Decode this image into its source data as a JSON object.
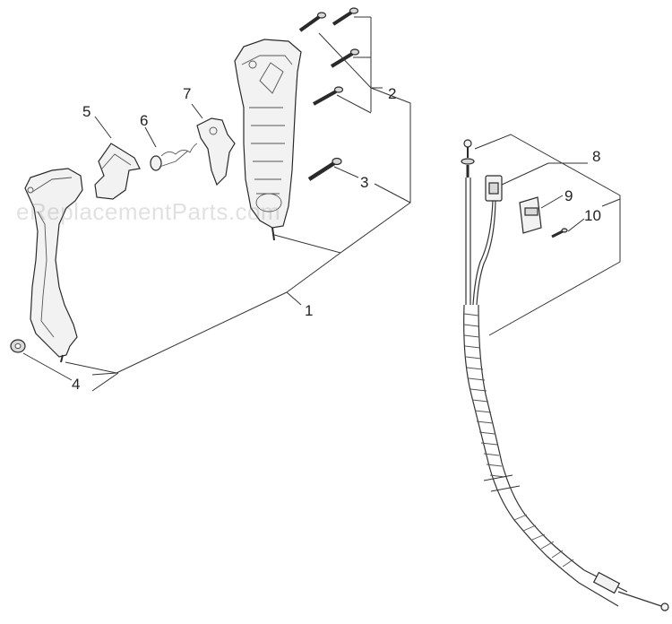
{
  "watermark": "eReplacementParts.com",
  "callouts": {
    "c1": "1",
    "c2": "2",
    "c3": "3",
    "c4": "4",
    "c5": "5",
    "c6": "6",
    "c7": "7",
    "c8": "8",
    "c9": "9",
    "c10": "10"
  },
  "colors": {
    "line": "#333333",
    "part_fill": "#f2f2f2",
    "text": "#222222"
  }
}
